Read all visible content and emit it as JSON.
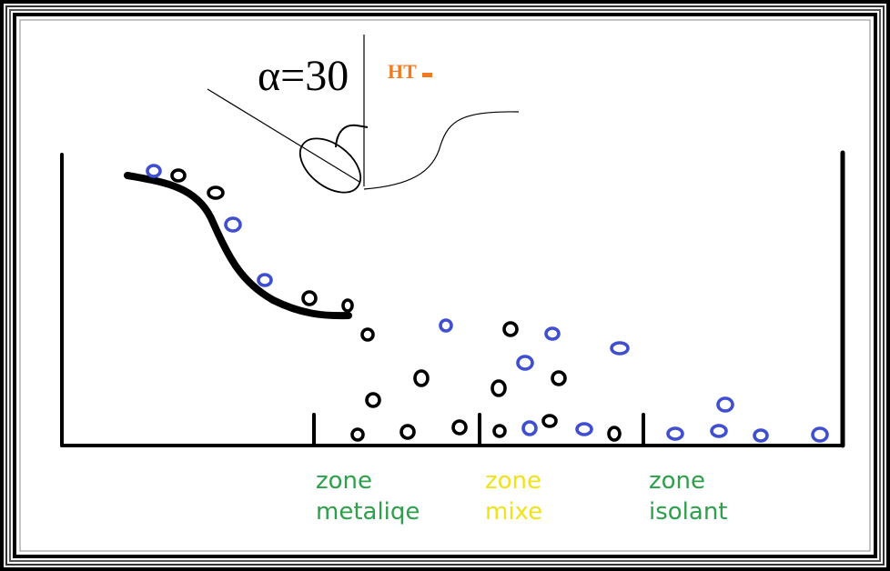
{
  "angle_label": "α=30",
  "ht_label": "HT",
  "zones": [
    {
      "line1": "zone",
      "line2": "metaliqe",
      "color": "#2e9f4a"
    },
    {
      "line1": "zone",
      "line2": "mixe",
      "color": "#f2e21b"
    },
    {
      "line1": "zone",
      "line2": "isolant",
      "color": "#2e9f4a"
    }
  ],
  "colors": {
    "frame": "#000000",
    "particle_metal": "#000000",
    "particle_insulator": "#3f4fd0",
    "ht": "#f07a1f",
    "background": "#ffffff"
  }
}
